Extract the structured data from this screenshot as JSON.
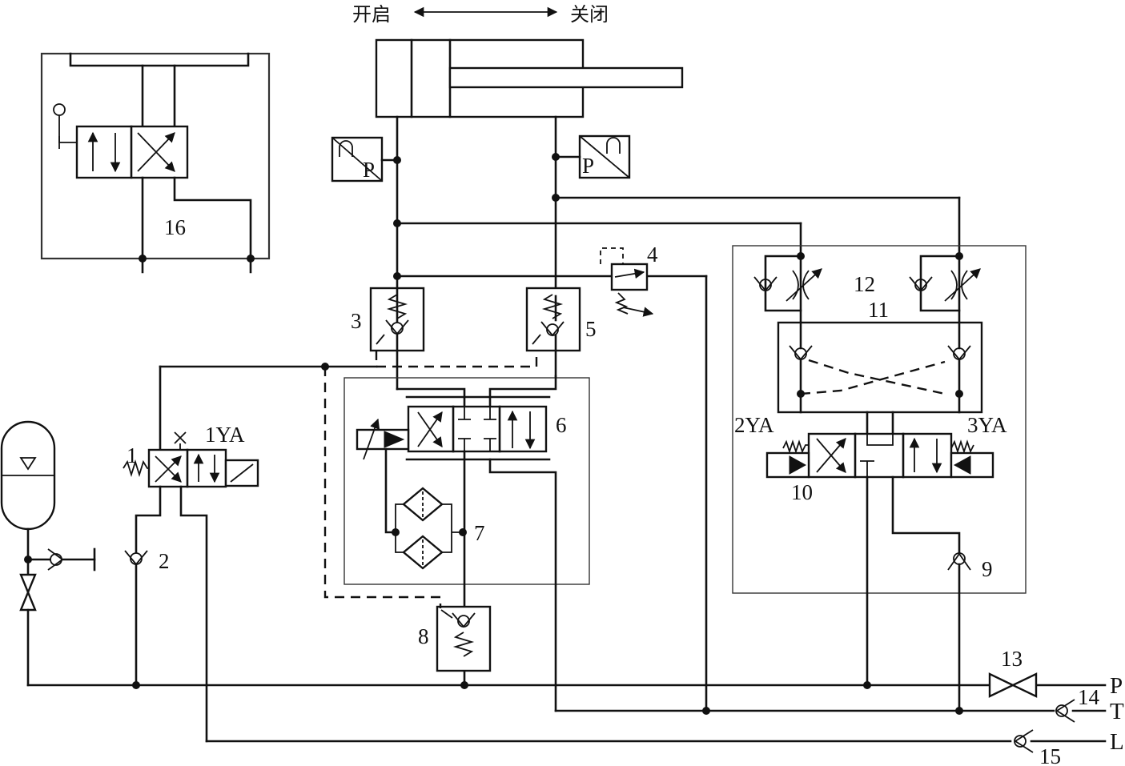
{
  "labels": {
    "open": "开启",
    "close": "关闭",
    "n1": "1",
    "n2": "2",
    "n3": "3",
    "n4": "4",
    "n5": "5",
    "n6": "6",
    "n7": "7",
    "n8": "8",
    "n9": "9",
    "n10": "10",
    "n11": "11",
    "n12": "12",
    "n13": "13",
    "n14": "14",
    "n15": "15",
    "n16": "16",
    "sol_1ya": "1YA",
    "sol_2ya": "2YA",
    "sol_3ya": "3YA",
    "port_p": "P",
    "port_t": "T",
    "port_l": "L",
    "pressure_switch_left": "P",
    "pressure_switch_right": "P"
  }
}
